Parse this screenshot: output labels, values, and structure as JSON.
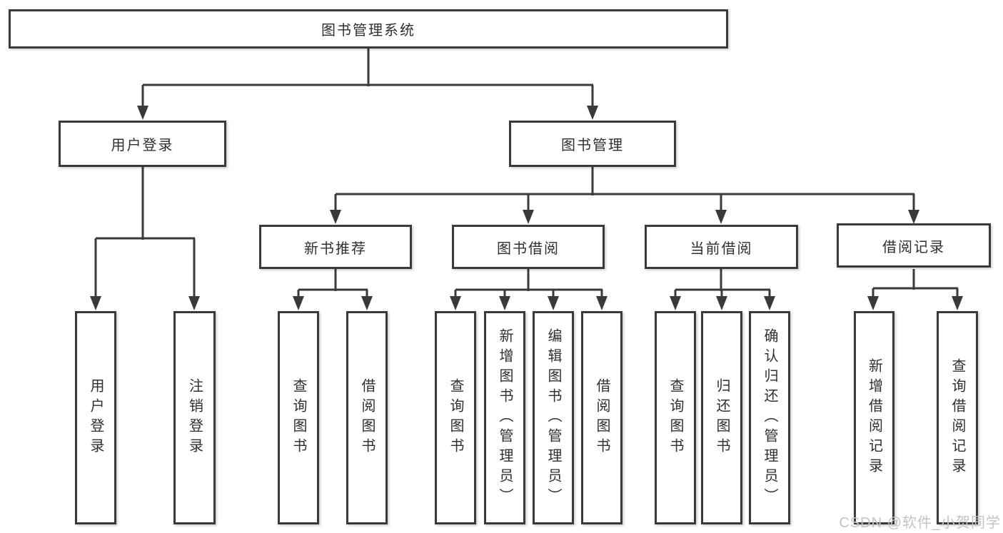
{
  "title": {
    "label": "图书管理系统"
  },
  "branches": {
    "user": {
      "label": "用户登录",
      "children": [
        {
          "label": "用户登录"
        },
        {
          "label": "注销登录"
        }
      ]
    },
    "books": {
      "label": "图书管理",
      "sections": [
        {
          "label": "新书推荐",
          "children": [
            {
              "label": "查询图书"
            },
            {
              "label": "借阅图书"
            }
          ]
        },
        {
          "label": "图书借阅",
          "children": [
            {
              "label": "查询图书"
            },
            {
              "label": "新增图书（管理员）"
            },
            {
              "label": "编辑图书（管理员）"
            },
            {
              "label": "借阅图书"
            }
          ]
        },
        {
          "label": "当前借阅",
          "children": [
            {
              "label": "查询图书"
            },
            {
              "label": "归还图书"
            },
            {
              "label": "确认归还（管理员）"
            }
          ]
        },
        {
          "label": "借阅记录",
          "children": [
            {
              "label": "新增借阅记录"
            },
            {
              "label": "查询借阅记录"
            }
          ]
        }
      ]
    }
  },
  "watermark": {
    "text": "CSDN @软件_小贺同学"
  },
  "colors": {
    "line": "#3a3a3a",
    "text": "#2f2f2f",
    "background": "#ffffff",
    "watermark": "#c0c4c9"
  }
}
